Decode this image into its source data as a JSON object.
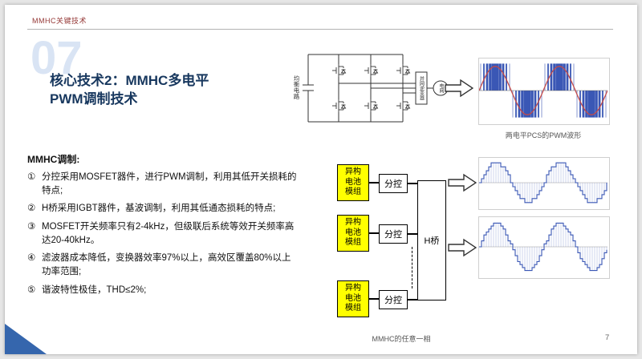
{
  "header": {
    "label": "MMHC关键技术"
  },
  "section_number": "07",
  "title": {
    "line1": "核心技术2：MMHC多电平",
    "line2": "PWM调制技术"
  },
  "body": {
    "intro": "MMHC调制:",
    "items": [
      {
        "num": "①",
        "text": "分控采用MOSFET器件，进行PWM调制，利用其低开关损耗的特点;"
      },
      {
        "num": "②",
        "text": "H桥采用IGBT器件，基波调制，利用其低通态损耗的特点;"
      },
      {
        "num": "③",
        "text": "MOSFET开关频率只有2-4kHz，但级联后系统等效开关频率高达20-40kHz。"
      },
      {
        "num": "④",
        "text": "滤波器成本降低，变换器效率97%以上，高效区覆盖80%以上功率范围;"
      },
      {
        "num": "⑤",
        "text": "谐波特性极佳，THD≤2%;"
      }
    ]
  },
  "circuit": {
    "left_label": "均衡电路",
    "inverter_label": "并网逆变器",
    "grid_label": "电网",
    "caption": "两电平PCS的PWM波形"
  },
  "diagram": {
    "battery_label": "异构电池模组",
    "subcontrol_label": "分控",
    "hbridge_label": "H桥",
    "caption": "MMHC的任意一相"
  },
  "waveforms": {
    "pwm": {
      "cycles": 2,
      "pulse_color": "#3a57b5",
      "sine_color": "#c24b4b"
    },
    "multilevel_top": {
      "cycles": 2,
      "levels": 5,
      "color": "#3a57b5"
    },
    "multilevel_bottom": {
      "cycles": 2,
      "levels": 8,
      "color": "#3a57b5"
    }
  },
  "page_number": "7",
  "colors": {
    "accent_blue": "#17375e",
    "triangle_blue": "#3566ad",
    "battery_yellow": "#ffff00"
  }
}
